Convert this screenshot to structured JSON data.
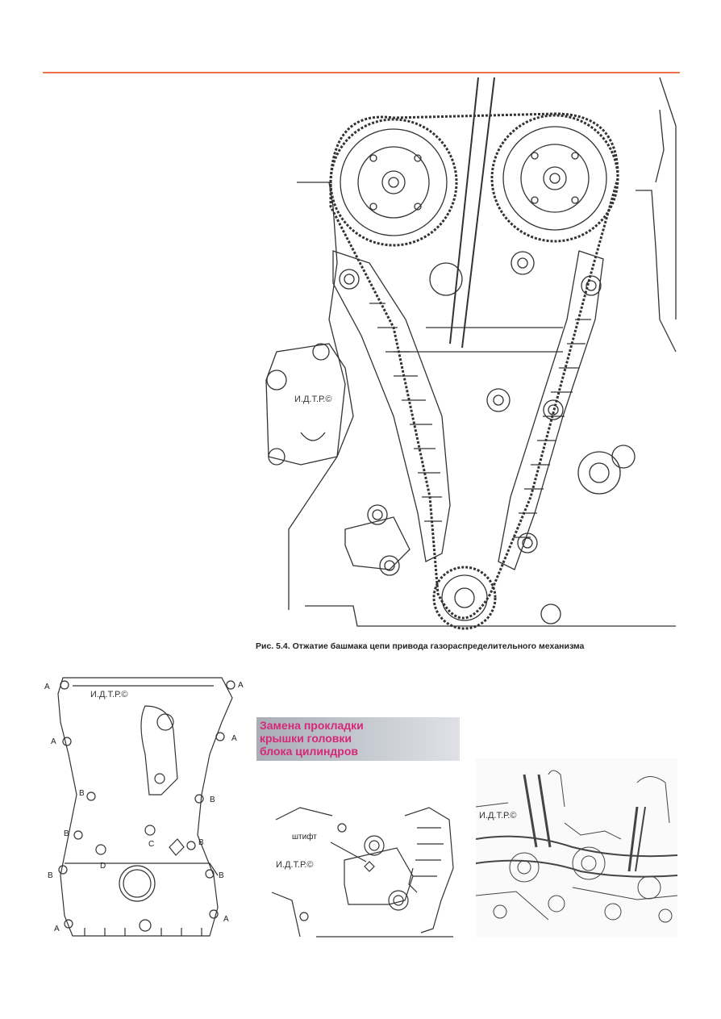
{
  "header": {
    "accent_color": "#e8734a"
  },
  "figure_main": {
    "watermark": "И.Д.Т.Р.©",
    "caption": "Рис. 5.4. Отжатие башмака цепи привода газораспределительного механизма"
  },
  "section": {
    "title_lines": [
      "Замена прокладки",
      "крышки головки",
      "блока цилиндров"
    ],
    "title_color": "#d6287a"
  },
  "figure_cover": {
    "watermark": "И.Д.Т.Р.©",
    "labels": {
      "a1": "A",
      "a2": "A",
      "a3": "A",
      "a4": "A",
      "a5": "A",
      "a6": "A",
      "b1": "B",
      "b2": "B",
      "b3": "B",
      "b4": "B",
      "b5": "B",
      "b6": "B",
      "c": "C",
      "d": "D"
    }
  },
  "figure_tensioner": {
    "pin_label": "штифт",
    "watermark": "И.Д.Т.Р.©"
  },
  "figure_photo": {
    "watermark": "И.Д.Т.Р.©"
  }
}
